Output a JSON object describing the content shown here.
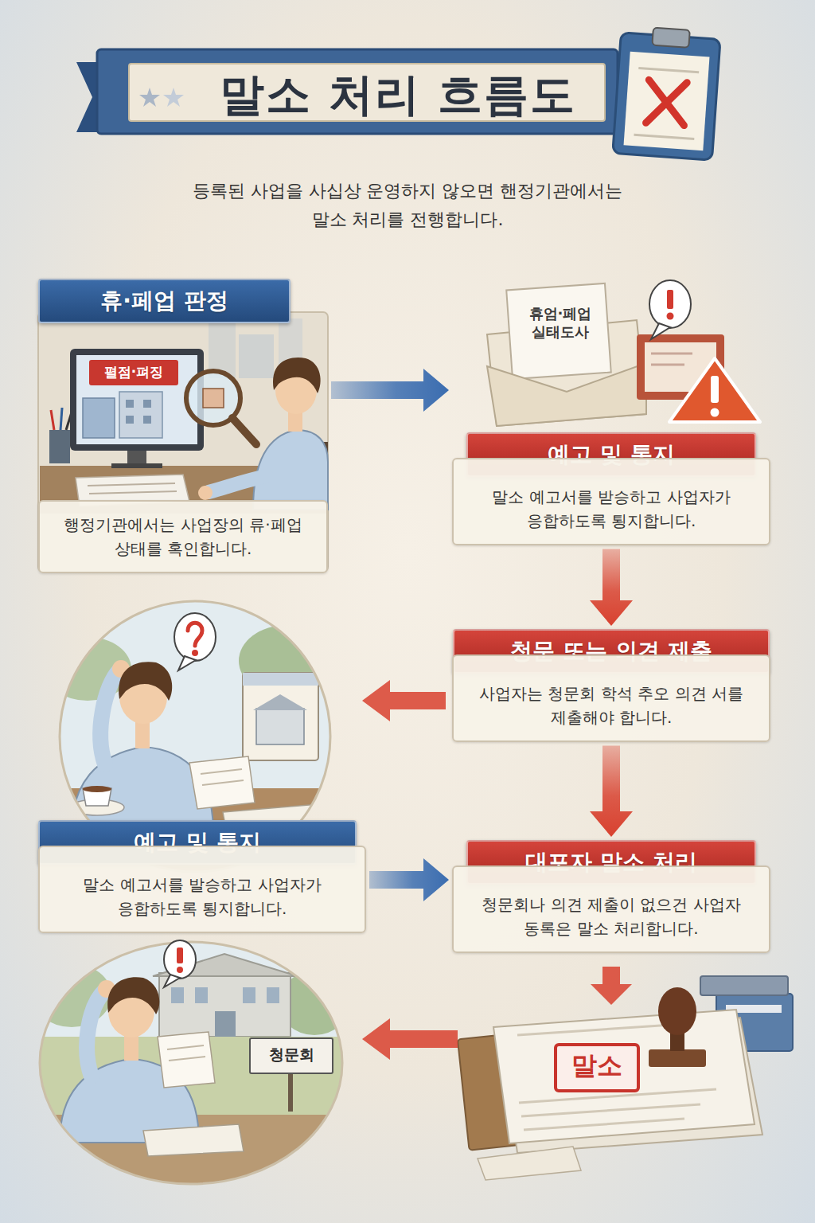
{
  "diagram": {
    "title": "말소 처리 흐름도",
    "nodes": [
      {
        "text": [
          "휴·페업 판정",
          "행정기관에서는 사업장의 류·페업 상태를 혹인합니다."
        ]
      },
      {
        "text": [
          "예고 및 통지",
          "말소 예고서를 받승하고 사업자가 응합하도록 툉지합니다."
        ]
      },
      {
        "text": [
          "청문 또는 의견 제출",
          "사업자는 청문회 학석 추오 의견 서를 제출해야 합니다."
        ]
      },
      {
        "text": [
          "예고 및 통지",
          "말소 예고서를 발승하고 사업자가 응합하도록 툉지합니다."
        ]
      },
      {
        "text": [
          "대포자 말소 처리",
          "청문회나 의견 제출이 없으건 사업자 동록은 말소 처리합니다."
        ]
      }
    ],
    "edges": [
      {
        "from": 0,
        "to": 1,
        "arrow": "to"
      },
      {
        "from": 1,
        "to": 2,
        "arrow": "to"
      },
      {
        "from": 2,
        "to": 4,
        "arrow": "to"
      },
      {
        "from": 3,
        "to": 4,
        "arrow": "to"
      }
    ],
    "labels": [
      "등록된 사업을 사십상 운영하지 않오면 핸정기관에서는 말소 처리를 전행합니다.",
      "펼점·펴징",
      "휴엄·페업 실태도사",
      "말소",
      "청문회"
    ]
  }
}
